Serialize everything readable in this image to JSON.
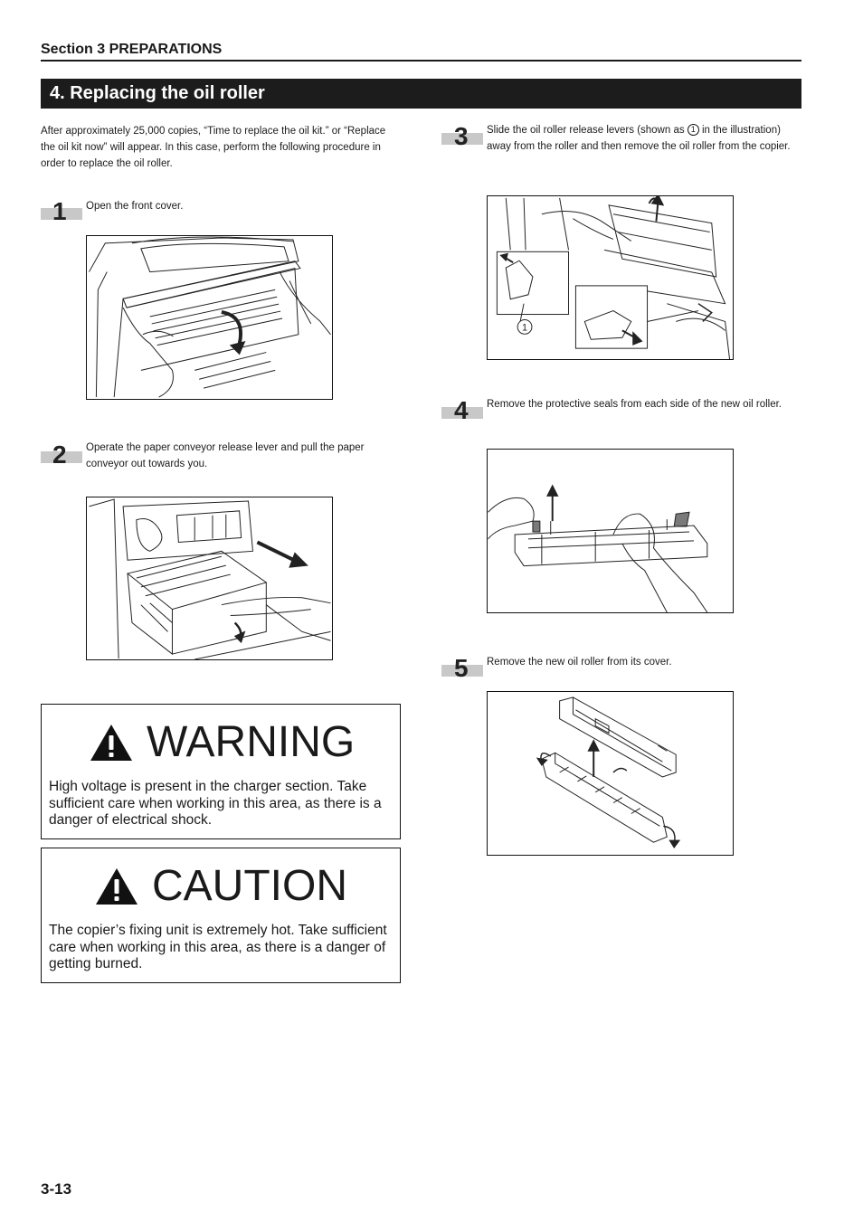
{
  "header": {
    "section": "Section 3  PREPARATIONS"
  },
  "title": "4.   Replacing the oil roller",
  "intro": "After approximately 25,000 copies, “Time to replace the oil kit.” or “Replace the oil kit now” will appear. In this case, perform the following procedure in order to replace the oil roller.",
  "steps": [
    {
      "number": "1",
      "text": "Open the front cover."
    },
    {
      "number": "2",
      "text": "Operate the paper conveyor release lever and pull the paper conveyor out towards you."
    },
    {
      "number": "3",
      "text_before": "Slide the oil roller release levers (shown as ",
      "ref": "1",
      "text_after": " in the illustration) away from the roller and then remove the oil roller from the copier."
    },
    {
      "number": "4",
      "text": "Remove the protective seals from each side of the new oil roller."
    },
    {
      "number": "5",
      "text": "Remove the new oil roller from its cover."
    }
  ],
  "figure3_callout": "1",
  "warning": {
    "heading": "WARNING",
    "body": "High voltage is present in the charger section. Take sufficient care when working in this area, as there is a danger of electrical shock.",
    "icon": "warning-triangle-icon"
  },
  "caution": {
    "heading": "CAUTION",
    "body": "The copier’s fixing unit is extremely hot. Take sufficient care when working in this area, as there is a danger of getting burned.",
    "icon": "warning-triangle-icon"
  },
  "footer": {
    "page_number": "3-13"
  }
}
